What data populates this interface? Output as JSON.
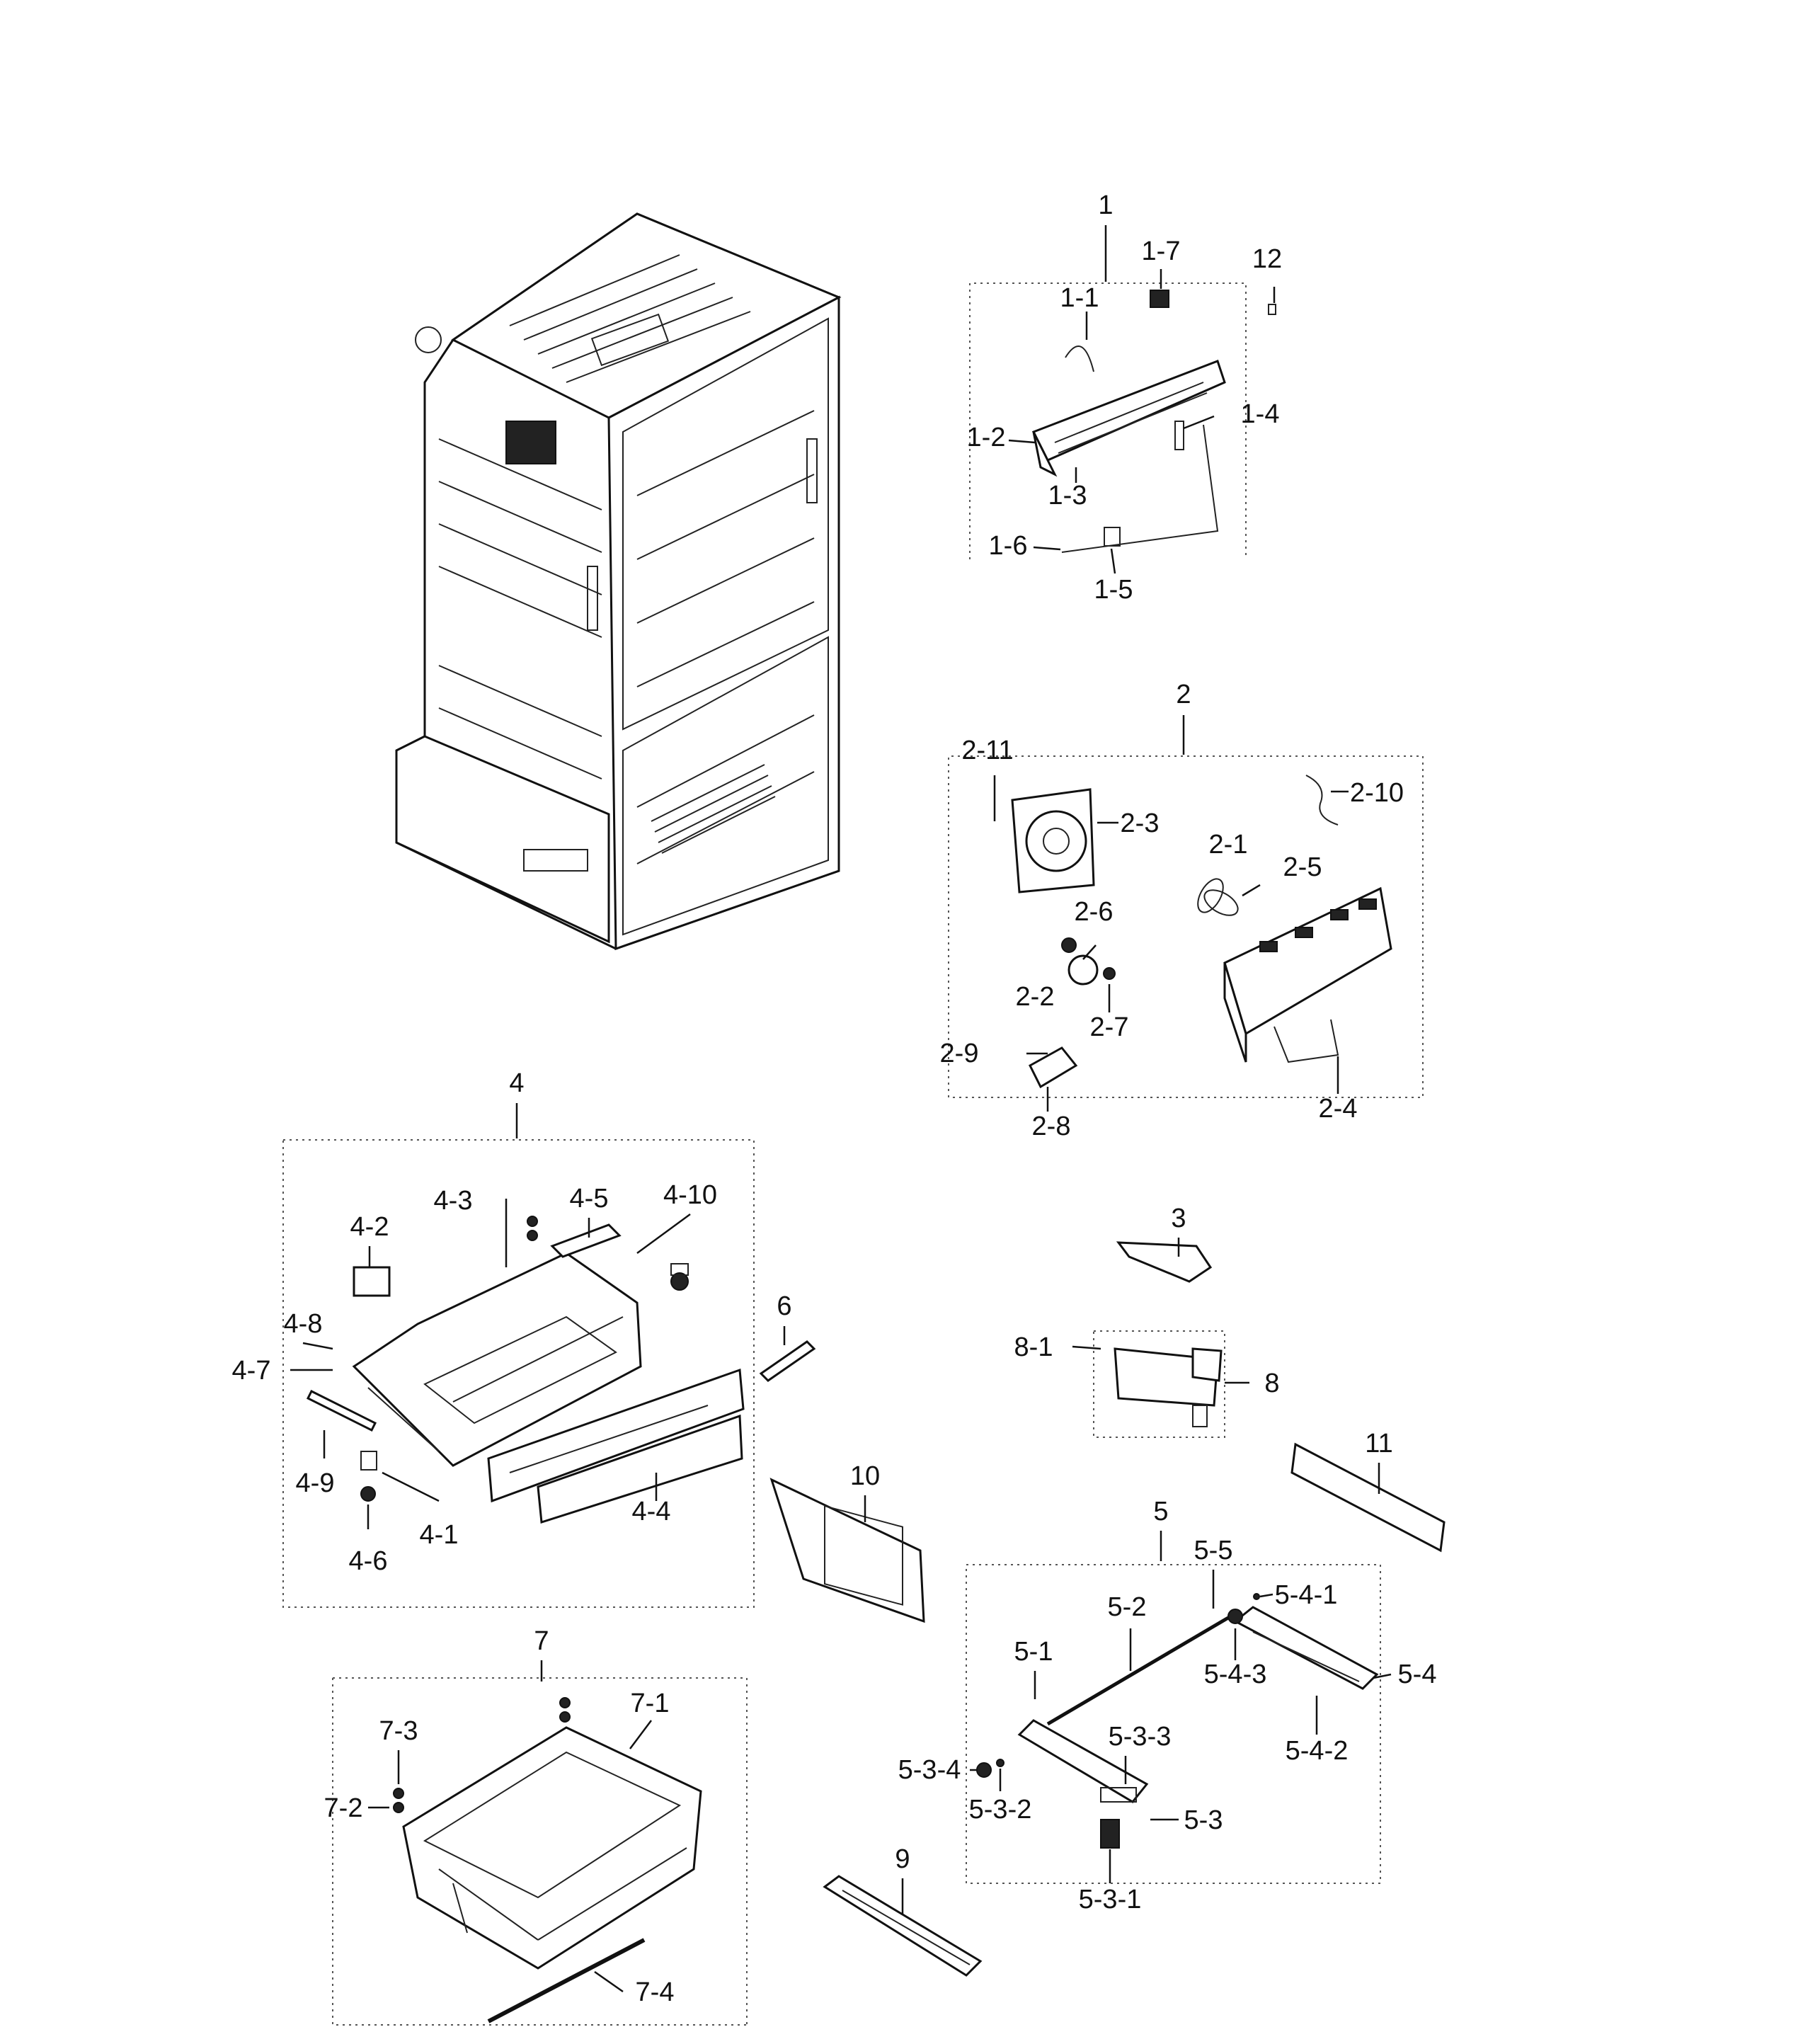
{
  "labels": {
    "l1": "1",
    "l1_1": "1-1",
    "l1_2": "1-2",
    "l1_3": "1-3",
    "l1_4": "1-4",
    "l1_5": "1-5",
    "l1_6": "1-6",
    "l1_7": "1-7",
    "l12": "12",
    "l2": "2",
    "l2_1": "2-1",
    "l2_2": "2-2",
    "l2_3": "2-3",
    "l2_4": "2-4",
    "l2_5": "2-5",
    "l2_6": "2-6",
    "l2_7": "2-7",
    "l2_8": "2-8",
    "l2_9": "2-9",
    "l2_10": "2-10",
    "l2_11": "2-11",
    "l3": "3",
    "l4": "4",
    "l4_1": "4-1",
    "l4_2": "4-2",
    "l4_3": "4-3",
    "l4_4": "4-4",
    "l4_5": "4-5",
    "l4_6": "4-6",
    "l4_7": "4-7",
    "l4_8": "4-8",
    "l4_9": "4-9",
    "l4_10": "4-10",
    "l5": "5",
    "l5_1": "5-1",
    "l5_2": "5-2",
    "l5_3": "5-3",
    "l5_3_1": "5-3-1",
    "l5_3_2": "5-3-2",
    "l5_3_3": "5-3-3",
    "l5_3_4": "5-3-4",
    "l5_4": "5-4",
    "l5_4_1": "5-4-1",
    "l5_4_2": "5-4-2",
    "l5_4_3": "5-4-3",
    "l5_5": "5-5",
    "l6": "6",
    "l7": "7",
    "l7_1": "7-1",
    "l7_2": "7-2",
    "l7_3": "7-3",
    "l7_4": "7-4",
    "l8": "8",
    "l8_1": "8-1",
    "l9": "9",
    "l10": "10",
    "l11": "11"
  }
}
